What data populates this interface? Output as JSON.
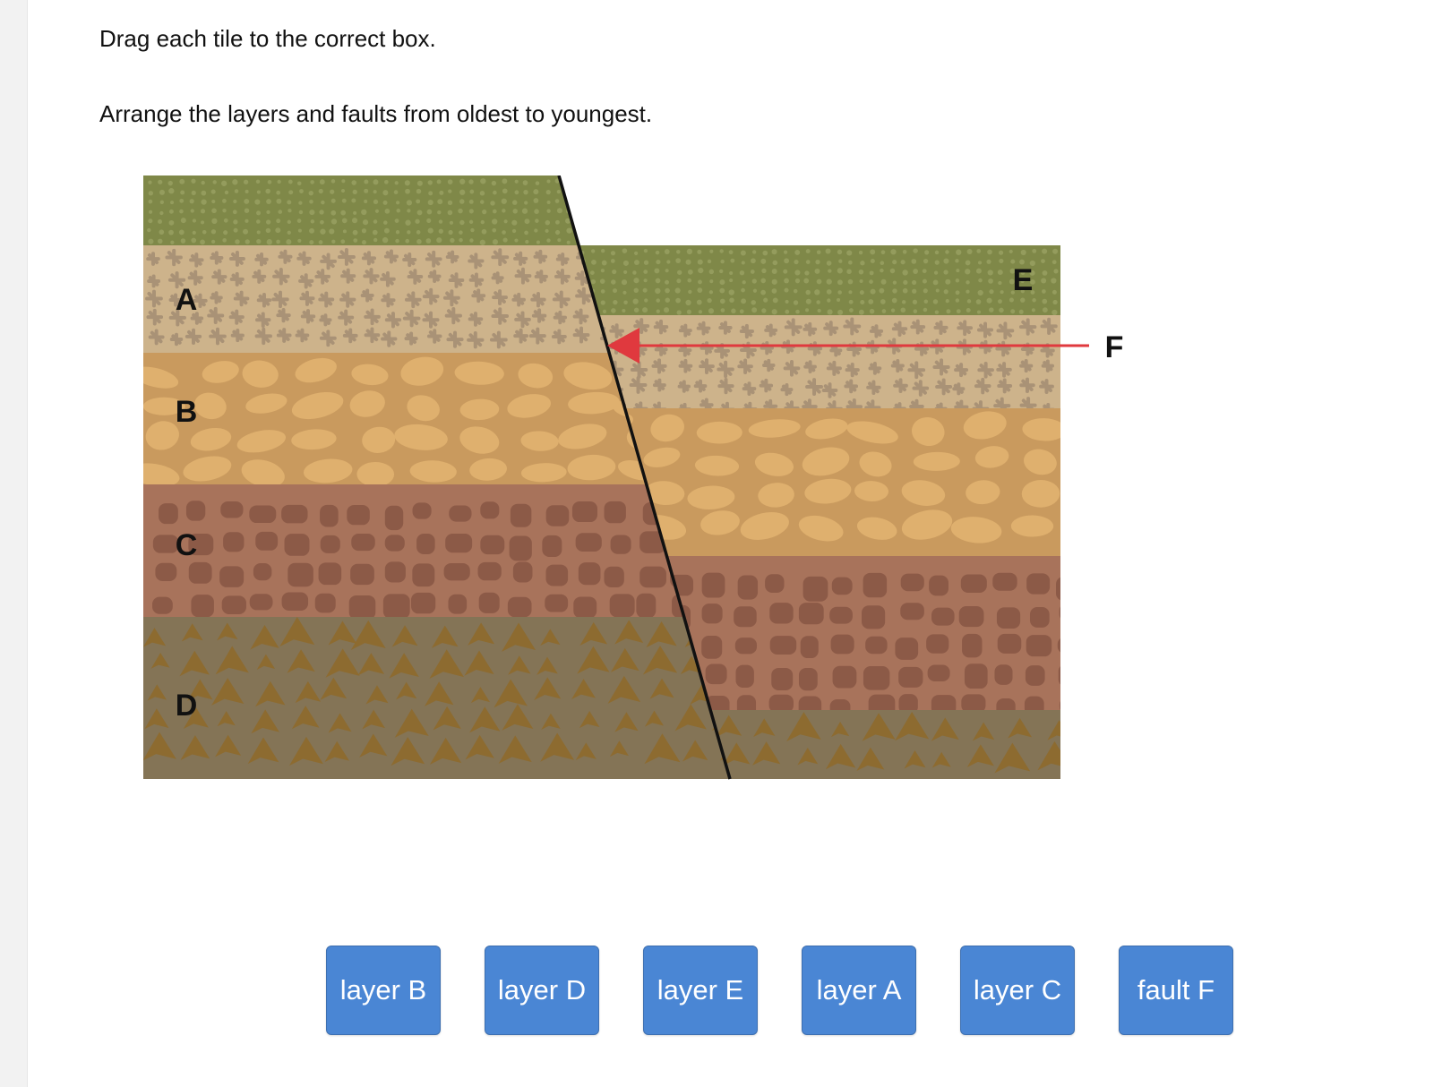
{
  "instructions": {
    "line1": "Drag each tile to the correct box.",
    "line2": "Arrange the layers and faults from oldest to youngest."
  },
  "diagram": {
    "labels": {
      "A": "A",
      "B": "B",
      "C": "C",
      "D": "D",
      "E": "E",
      "F": "F"
    },
    "colors": {
      "top_layer": "#7f8848",
      "layer_a": "#cdb38b",
      "layer_b": "#c99a5e",
      "layer_c": "#a8735b",
      "layer_d": "#847456",
      "fault_line": "#111111",
      "arrow": "#e0393e"
    }
  },
  "tiles": [
    {
      "label": "layer B"
    },
    {
      "label": "layer D"
    },
    {
      "label": "layer E"
    },
    {
      "label": "layer A"
    },
    {
      "label": "layer C"
    },
    {
      "label": "fault F"
    }
  ],
  "tile_color": "#4a86d4"
}
